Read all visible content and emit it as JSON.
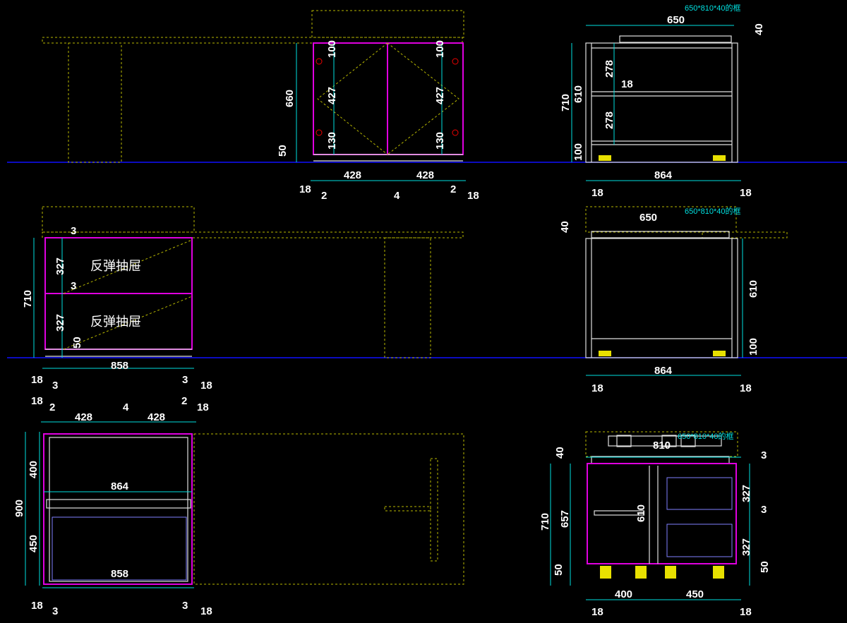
{
  "note": "650*810*40的框",
  "drawer": "反弹抽屉",
  "front": [
    "100",
    "100",
    "660",
    "427",
    "427",
    "130",
    "130",
    "50",
    "428",
    "428",
    "18",
    "2",
    "4",
    "2",
    "18"
  ],
  "side_top": [
    "650",
    "40",
    "710",
    "610",
    "278",
    "18",
    "278",
    "100",
    "864",
    "18",
    "18"
  ],
  "side_drawer": [
    "3",
    "327",
    "3",
    "327",
    "50",
    "710",
    "858",
    "18",
    "3",
    "3",
    "18"
  ],
  "side_mid": [
    "650",
    "40",
    "610",
    "100",
    "864",
    "18",
    "18"
  ],
  "plan": [
    "18",
    "2",
    "4",
    "2",
    "18",
    "428",
    "428",
    "900",
    "400",
    "450",
    "864",
    "858",
    "18",
    "3",
    "3",
    "18"
  ],
  "section": [
    "810",
    "40",
    "3",
    "327",
    "3",
    "327",
    "50",
    "710",
    "657",
    "610",
    "50",
    "400",
    "450",
    "18",
    "18"
  ],
  "colors": {
    "background": "#000000",
    "dimension": "#00e0e0",
    "panel": "#e000e0",
    "ground": "#1010ff",
    "hidden": "#b8b800"
  }
}
